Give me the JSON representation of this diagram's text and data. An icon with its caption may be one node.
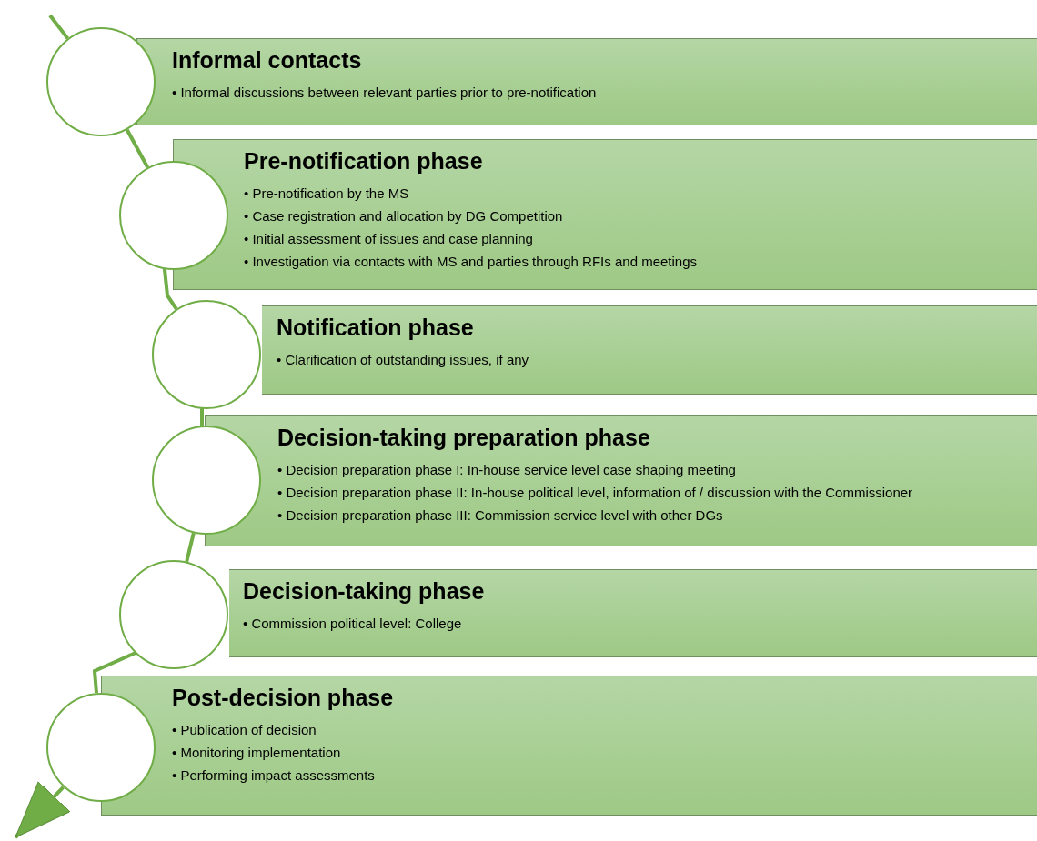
{
  "diagram": {
    "nodes": [
      {
        "text": [
          "Informal contacts",
          "• Informal discussions between relevant parties prior to pre-notification"
        ]
      },
      {
        "text": [
          "Pre-notification phase",
          "• Pre-notification by the MS",
          "• Case registration and allocation by DG Competition",
          "• Initial assessment of issues and case planning",
          "• Investigation via contacts with MS and parties through RFIs and meetings"
        ]
      },
      {
        "text": [
          "Notification phase",
          "• Clarification of outstanding issues, if any"
        ]
      },
      {
        "text": [
          "Decision-taking preparation phase",
          "• Decision preparation phase I: In-house service level case shaping meeting",
          "• Decision preparation phase II: In-house political level, information of / discussion with the Commissioner",
          "• Decision preparation phase III: Commission service level with other DGs"
        ]
      },
      {
        "text": [
          "Decision-taking phase",
          "• Commission political level: College"
        ]
      },
      {
        "text": [
          "Post-decision phase",
          "• Publication of decision",
          "• Monitoring implementation",
          "• Performing impact assessments"
        ]
      },
      {
        "text": [],
        "shape": "circle"
      },
      {
        "text": [],
        "shape": "circle"
      },
      {
        "text": [],
        "shape": "circle"
      },
      {
        "text": [],
        "shape": "circle"
      },
      {
        "text": [],
        "shape": "circle"
      },
      {
        "text": [],
        "shape": "circle"
      }
    ],
    "edges": [
      {
        "from": null,
        "to": 6,
        "arrow": "none"
      },
      {
        "from": 6,
        "to": 7,
        "arrow": "none"
      },
      {
        "from": 7,
        "to": 8,
        "arrow": "none"
      },
      {
        "from": 8,
        "to": 9,
        "arrow": "none"
      },
      {
        "from": 9,
        "to": 10,
        "arrow": "none"
      },
      {
        "from": 10,
        "to": 11,
        "arrow": "none"
      },
      {
        "from": 11,
        "to": null,
        "arrow": "to"
      }
    ]
  }
}
